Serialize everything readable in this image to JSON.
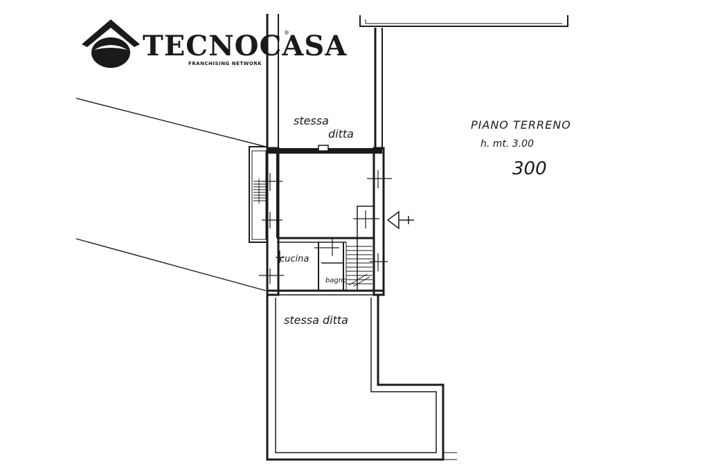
{
  "logo": {
    "brand": "TECNOCASA",
    "tagline": "FRANCHISING NETWORK",
    "registered_mark": "®"
  },
  "plan": {
    "floor_label": "PIANO TERRENO",
    "height_label": "h. mt. 3.00",
    "number": "300",
    "rooms": {
      "top_adjacent_line1": "stessa",
      "top_adjacent_line2": "ditta",
      "kitchen": "cucina",
      "bathroom": "bagno",
      "bottom_adjacent": "stessa ditta"
    }
  },
  "colors": {
    "ink": "#1a1a1a",
    "paper": "#ffffff"
  }
}
